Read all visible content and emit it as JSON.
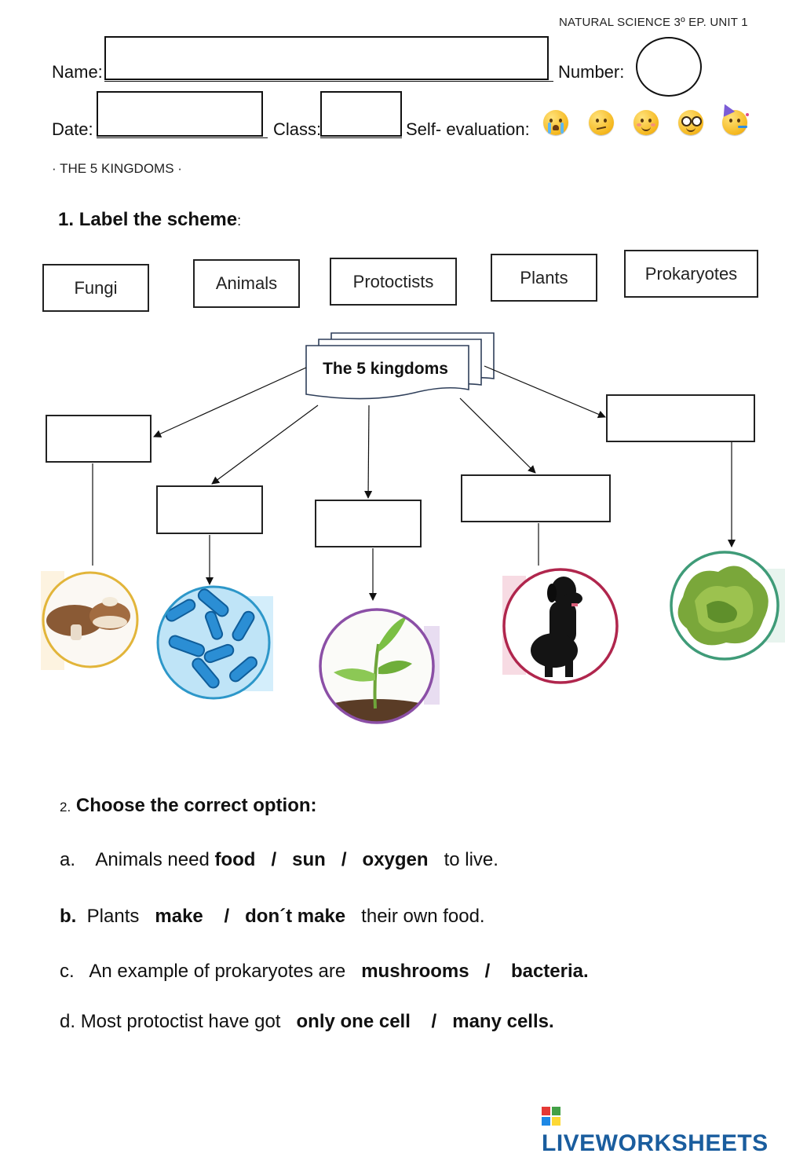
{
  "header": {
    "course": "NATURAL SCIENCE 3º EP. UNIT 1",
    "name_label": "Name:",
    "number_label": "Number:",
    "date_label": "Date:",
    "class_label": "Class:",
    "self_eval_label": "Self- evaluation:",
    "self_eval_icons": [
      "loudly-crying-face-icon",
      "confused-face-icon",
      "smiling-face-icon",
      "nerd-face-icon",
      "partying-face-icon"
    ]
  },
  "unit_title": "· THE 5 KINGDOMS ·",
  "exercise1": {
    "number": "1.",
    "title": "Label the scheme",
    "colon": ":",
    "word_bank": [
      "Fungi",
      "Animals",
      "Protoctists",
      "Plants",
      "Prokaryotes"
    ],
    "center_label": "The 5 kingdoms",
    "images": [
      "mushrooms",
      "bacteria",
      "plant sprout",
      "black dog",
      "seaweed"
    ]
  },
  "exercise2": {
    "number": "2.",
    "title": "Choose the correct option:",
    "items": [
      {
        "letter": "a.",
        "pre": "Animals need",
        "options": [
          "food",
          "sun",
          "oxygen"
        ],
        "post": "to live."
      },
      {
        "letter": "b.",
        "pre": "Plants",
        "options": [
          "make",
          "don´t make"
        ],
        "post": "their own food."
      },
      {
        "letter": "c.",
        "pre": "An example of prokaryotes are",
        "options": [
          "mushrooms",
          "bacteria."
        ],
        "post": ""
      },
      {
        "letter": "d.",
        "pre": "Most protoctist have got",
        "options": [
          "only one cell",
          "many cells."
        ],
        "post": ""
      }
    ]
  },
  "footer": {
    "brand": "LIVEWORKSHEETS",
    "brand_color": "#1a5d9e"
  }
}
